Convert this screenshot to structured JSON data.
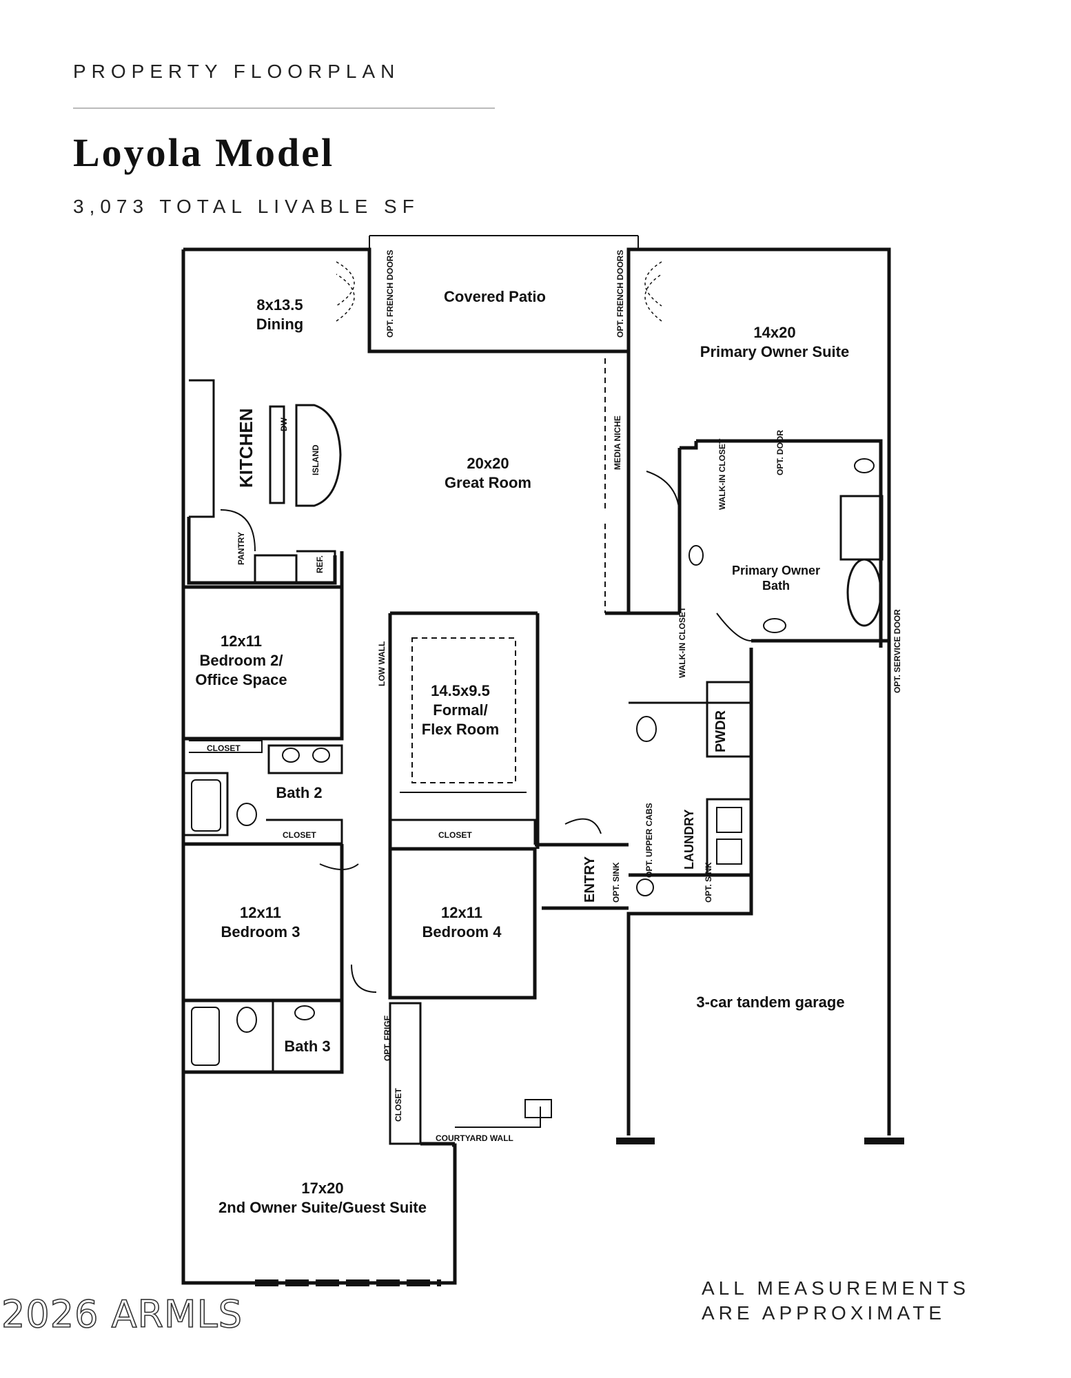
{
  "header": {
    "kicker": "PROPERTY FLOORPLAN",
    "model_name": "Loyola Model",
    "livable_area": "3,073 TOTAL LIVABLE SF"
  },
  "rooms": {
    "dining_size": "8x13.5",
    "dining": "Dining",
    "covered_patio": "Covered Patio",
    "opt_french_doors": "OPT. FRENCH DOORS",
    "primary_suite_size": "14x20",
    "primary_suite": "Primary Owner Suite",
    "kitchen": "KITCHEN",
    "island": "ISLAND",
    "dw": "DW",
    "pantry": "PANTRY",
    "ref": "REF.",
    "great_room_size": "20x20",
    "great_room": "Great Room",
    "media_niche": "MEDIA NICHE",
    "walk_in_closet": "WALK-IN CLOSET",
    "opt_door": "OPT. DOOR",
    "primary_bath_line1": "Primary Owner",
    "primary_bath_line2": "Bath",
    "bedroom2_size": "12x11",
    "bedroom2_line1": "Bedroom 2/",
    "bedroom2_line2": "Office Space",
    "low_wall": "LOW WALL",
    "flex_size": "14.5x9.5",
    "flex_line1": "Formal/",
    "flex_line2": "Flex Room",
    "opt_service_door": "OPT. SERVICE DOOR",
    "pwdr": "PWDR",
    "closet": "CLOSET",
    "bath2": "Bath 2",
    "laundry": "LAUNDRY",
    "opt_upper_cabs": "OPT. UPPER CABS",
    "entry": "ENTRY",
    "opt_sink": "OPT. SINK",
    "bedroom3_size": "12x11",
    "bedroom3": "Bedroom 3",
    "bedroom4_size": "12x11",
    "bedroom4": "Bedroom 4",
    "garage": "3-car tandem garage",
    "bath3": "Bath 3",
    "opt_frige": "OPT. FRIGE",
    "courtyard_wall": "COURTYARD WALL",
    "suite2_size": "17x20",
    "suite2": "2nd Owner Suite/Guest Suite"
  },
  "footer": {
    "note_line1": "ALL MEASUREMENTS",
    "note_line2": "ARE APPROXIMATE",
    "watermark": "2026 ARMLS"
  }
}
